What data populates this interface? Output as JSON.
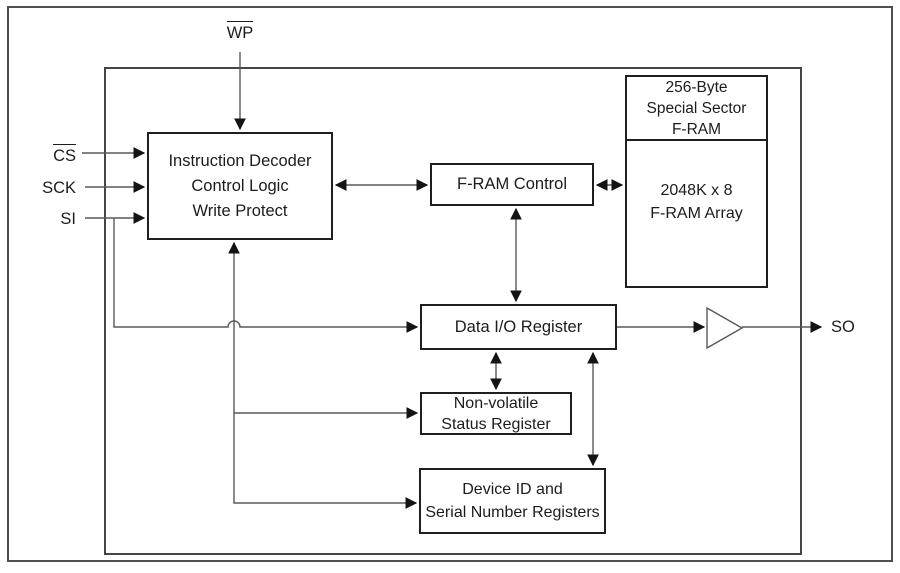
{
  "pins": {
    "wp": "WP",
    "cs": "CS",
    "sck": "SCK",
    "si": "SI",
    "so": "SO"
  },
  "blocks": {
    "decoder": {
      "line1": "Instruction Decoder",
      "line2": "Control Logic",
      "line3": "Write Protect"
    },
    "fram_control": {
      "line1": "F-RAM Control"
    },
    "special_sector": {
      "line1": "256-Byte",
      "line2": "Special Sector",
      "line3": "F-RAM"
    },
    "fram_array": {
      "line1": "2048K x 8",
      "line2": "F-RAM Array"
    },
    "data_io": {
      "line1": "Data I/O Register"
    },
    "status_register": {
      "line1": "Non-volatile",
      "line2": "Status Register"
    },
    "device_id": {
      "line1": "Device ID and",
      "line2": "Serial Number Registers"
    }
  },
  "colors": {
    "wire": "#595959",
    "arrow": "#141414",
    "block-border": "#1f1f1f",
    "text": "#1c1c1c",
    "frame": "#4f4f4f",
    "chip-border": "#454545",
    "background": "#ffffff"
  }
}
